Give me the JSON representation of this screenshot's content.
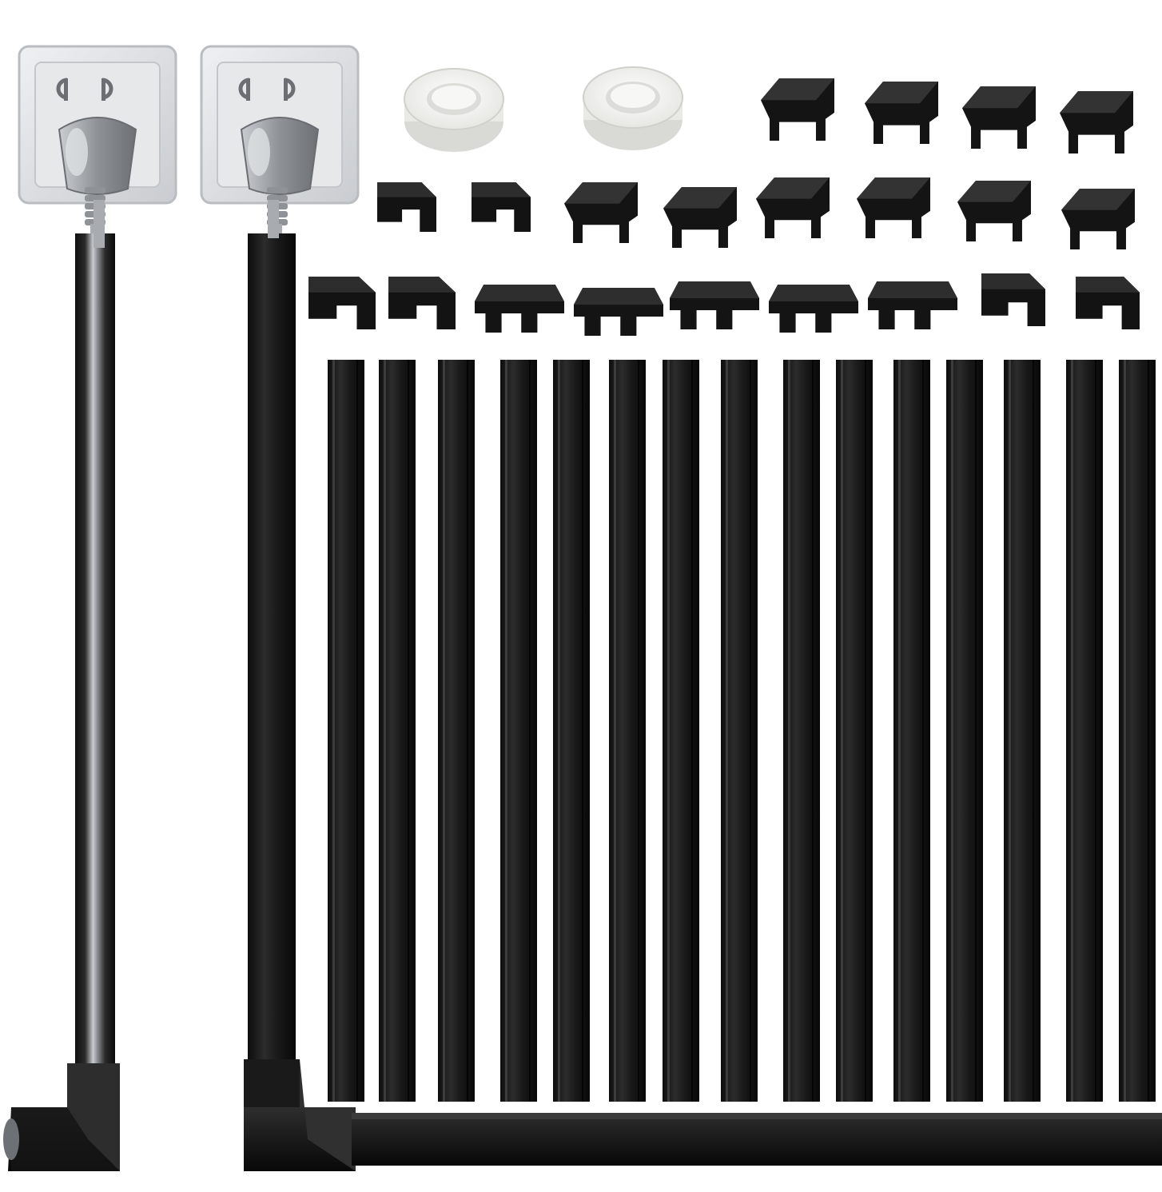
{
  "image": {
    "description_visible_text": "",
    "colors": {
      "background": "#ffffff",
      "raceway": "#1b1b1b",
      "raceway_highlight": "#3a3a3a",
      "raceway_shadow": "#0a0a0a",
      "outlet_plate": "#d9dbde",
      "outlet_plate_edge": "#b9bcc0",
      "plug": "#9a9ea3",
      "cord": "#a8acb0",
      "tape": "#f2f2f0",
      "tape_core": "#dcdcd8"
    },
    "items": {
      "outlets": 2,
      "tape_rolls": 2,
      "couplers_row1": 4,
      "couplers_row2": 8,
      "couplers_row3": 9,
      "raceway_strips": 15
    }
  }
}
